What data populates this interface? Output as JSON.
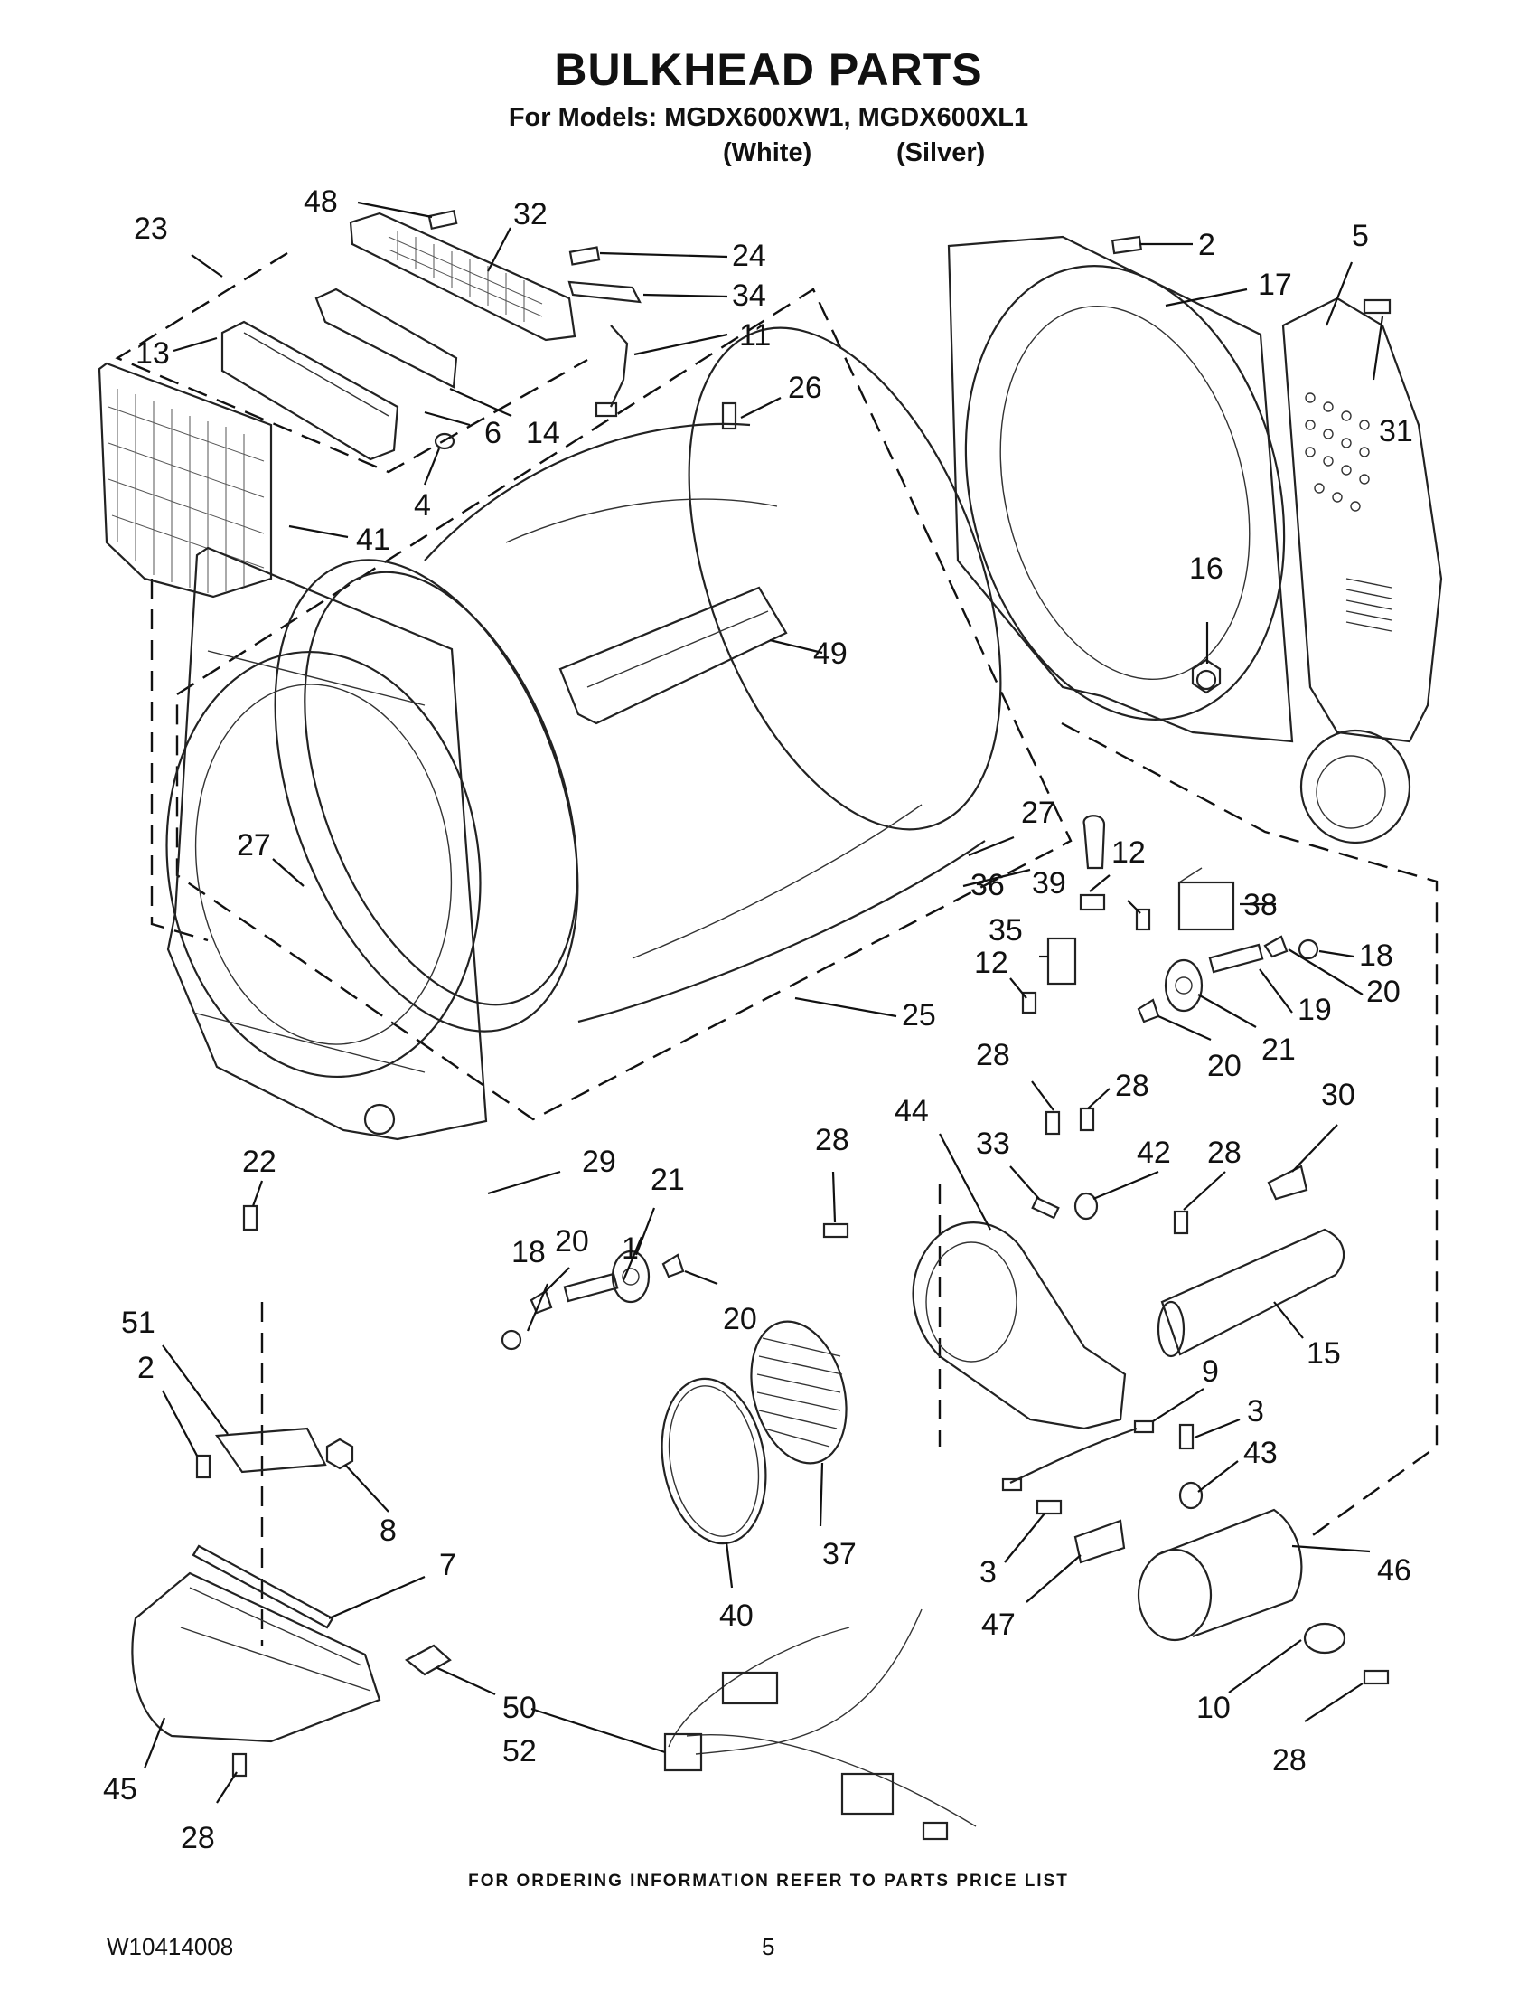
{
  "header": {
    "title": "BULKHEAD PARTS",
    "subtitle": "For Models: MGDX600XW1, MGDX600XL1",
    "variant_white": "(White)",
    "variant_silver": "(Silver)"
  },
  "callouts": {
    "c48": "48",
    "c32": "32",
    "c23": "23",
    "c24": "24",
    "c34": "34",
    "c11": "11",
    "c13": "13",
    "c6": "6",
    "c14": "14",
    "c4": "4",
    "c41": "41",
    "c26": "26",
    "c2a": "2",
    "c17": "17",
    "c5": "5",
    "c31": "31",
    "c16": "16",
    "c49": "49",
    "c27a": "27",
    "c27b": "27",
    "c36": "36",
    "c39": "39",
    "c12a": "12",
    "c38": "38",
    "c35": "35",
    "c12b": "12",
    "c18a": "18",
    "c20a": "20",
    "c19": "19",
    "c21a": "21",
    "c20b": "20",
    "c25": "25",
    "c28a": "28",
    "c28b": "28",
    "c30": "30",
    "c44": "44",
    "c28c": "28",
    "c33": "33",
    "c42": "42",
    "c28d": "28",
    "c22": "22",
    "c29": "29",
    "c21b": "21",
    "c18b": "18",
    "c20c": "20",
    "c1": "1",
    "c20d": "20",
    "c51": "51",
    "c2b": "2",
    "c15": "15",
    "c9": "9",
    "c3a": "3",
    "c43": "43",
    "c8": "8",
    "c7": "7",
    "c40": "40",
    "c37": "37",
    "c3b": "3",
    "c47": "47",
    "c46": "46",
    "c50": "50",
    "c52": "52",
    "c10": "10",
    "c45": "45",
    "c28e": "28",
    "c28f": "28"
  },
  "footer": {
    "ordering_note": "FOR ORDERING INFORMATION REFER TO PARTS PRICE LIST",
    "document_number": "W10414008",
    "page_number": "5"
  }
}
